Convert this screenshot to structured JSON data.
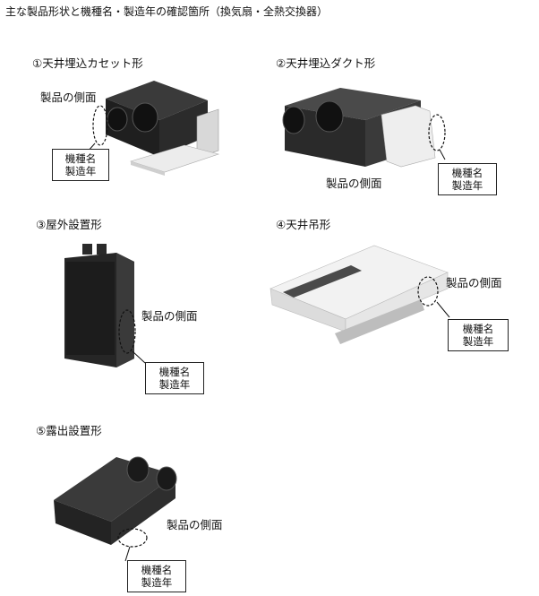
{
  "title": "主な製品形状と機種名・製造年の確認箇所（換気扇・全熱交換器）",
  "products": [
    {
      "label": "①天井埋込カセット形",
      "side_label": "製品の側面",
      "box_line1": "機種名",
      "box_line2": "製造年"
    },
    {
      "label": "②天井埋込ダクト形",
      "side_label": "製品の側面",
      "box_line1": "機種名",
      "box_line2": "製造年"
    },
    {
      "label": "③屋外設置形",
      "side_label": "製品の側面",
      "box_line1": "機種名",
      "box_line2": "製造年"
    },
    {
      "label": "④天井吊形",
      "side_label": "製品の側面",
      "box_line1": "機種名",
      "box_line2": "製造年"
    },
    {
      "label": "⑤露出設置形",
      "side_label": "製品の側面",
      "box_line1": "機種名",
      "box_line2": "製造年"
    }
  ]
}
